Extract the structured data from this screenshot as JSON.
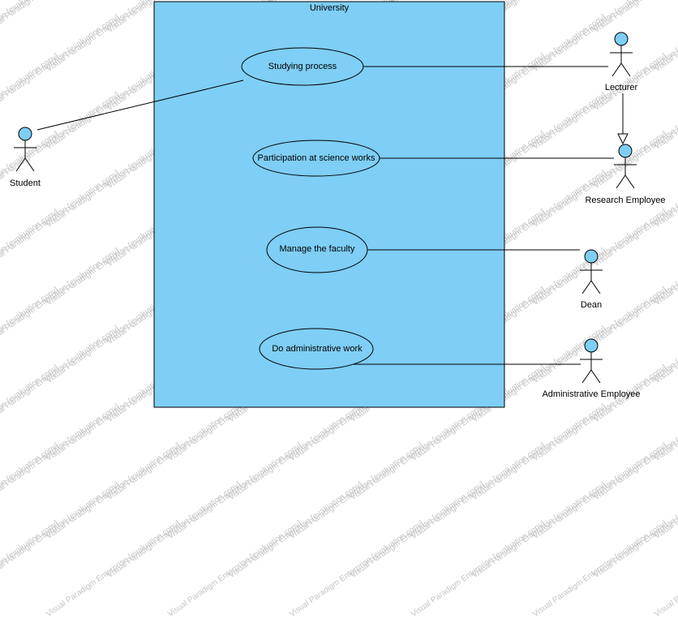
{
  "system": {
    "name": "University"
  },
  "use_cases": [
    {
      "id": "uc1",
      "label": "Studying process"
    },
    {
      "id": "uc2",
      "label": "Participation at science works"
    },
    {
      "id": "uc3",
      "label": "Manage the faculty"
    },
    {
      "id": "uc4",
      "label": "Do administrative work"
    }
  ],
  "actors": [
    {
      "id": "student",
      "label": "Student"
    },
    {
      "id": "lecturer",
      "label": "Lecturer"
    },
    {
      "id": "research",
      "label": "Research Employee"
    },
    {
      "id": "dean",
      "label": "Dean"
    },
    {
      "id": "admin",
      "label": "Administrative Employee"
    }
  ],
  "watermark": "Visual Paradigm Enterprise [evaluation copy]",
  "colors": {
    "system_fill": "#7ecef5",
    "use_case_fill": "#7ecef5",
    "actor_head": "#7ecef5",
    "line": "#000000",
    "watermark": "#c4c4c4"
  }
}
